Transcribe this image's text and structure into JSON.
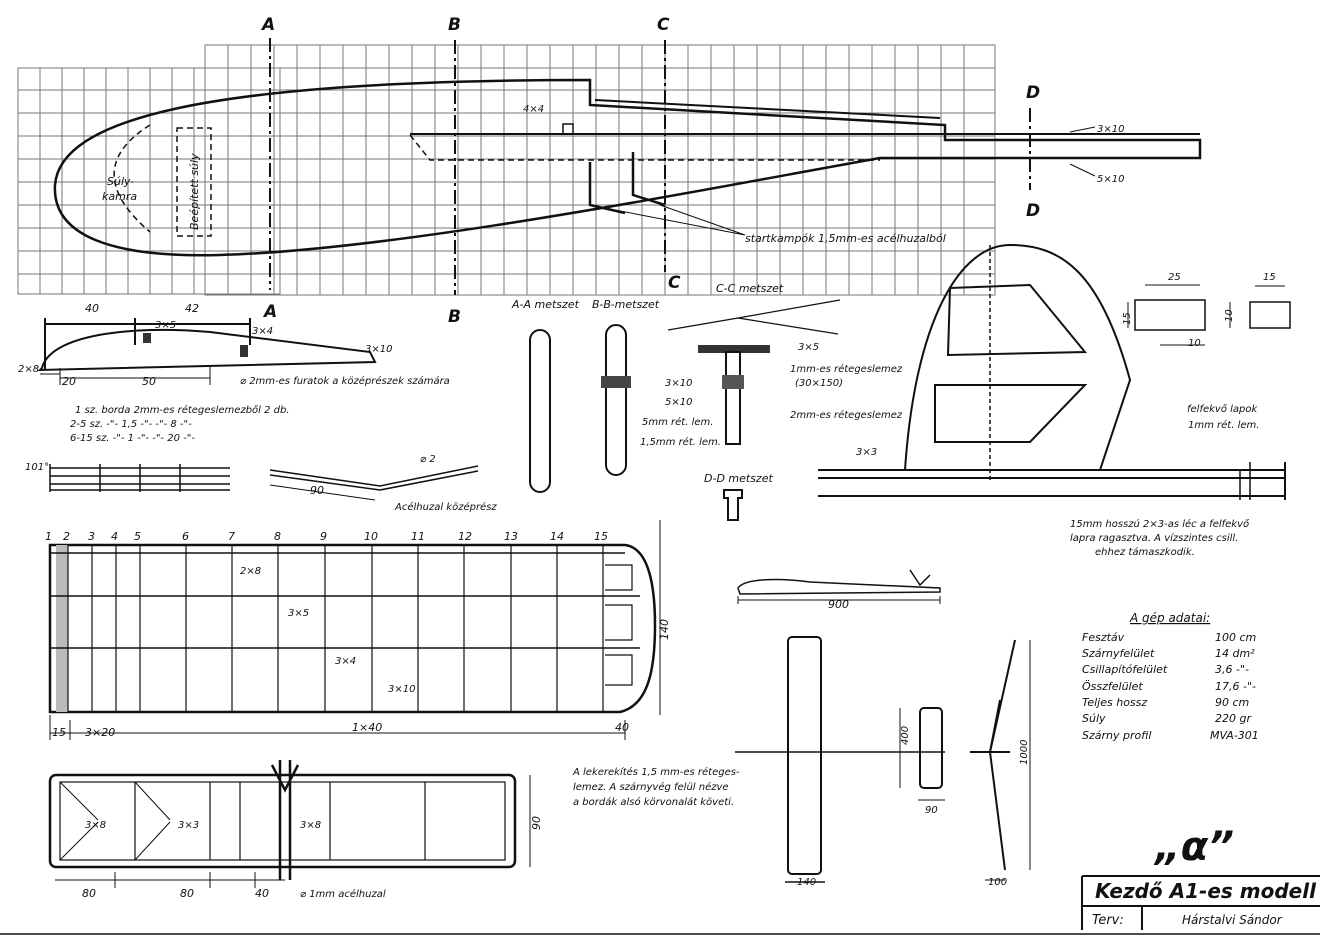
{
  "fuselage": {
    "section_letters": [
      "A",
      "B",
      "C",
      "D"
    ],
    "weight_chamber": [
      "Súly-",
      "kamra"
    ],
    "built_in_weight": "Beépített súly",
    "spar_4x4": "4×4",
    "boom_3x10": "3×10",
    "boom_5x10": "5×10",
    "start_hooks": "startkampók 1,5mm-es acélhuzalból"
  },
  "rib": {
    "dim_40": "40",
    "dim_42": "42",
    "spar_3x5": "3×5",
    "spar_3x4": "3×4",
    "te_3x10": "3×10",
    "le_2x8": "2×8",
    "dim_20": "20",
    "dim_50": "50",
    "hole_note": "⌀ 2mm-es furatok a középrészek számára",
    "rib_list": [
      "1 sz. borda 2mm-es rétegeslemezből  2 db.",
      "2-5 sz.  -\"-  1,5  -\"-          -\"-          8 -\"-",
      "6-15 sz.  -\"-  1  -\"-          -\"-          20 -\"-"
    ],
    "dihedral": "101°",
    "dim_90": "90",
    "wire_phi2": "⌀ 2",
    "center_wire": "Acélhuzal középrész"
  },
  "sections": {
    "aa": "A-A metszet",
    "bb": "B-B-metszet",
    "cc": "C-C metszet",
    "dd": "D-D metszet",
    "bb_3x10": "3×10",
    "bb_5x10": "5×10",
    "bb_5mm": "5mm rét. lem.",
    "bb_15mm": "1,5mm rét. lem.",
    "cc_3x5": "3×5",
    "cc_plywood": "1mm-es rétegeslemez",
    "cc_size": "(30×150)"
  },
  "tail": {
    "plywood_2mm": "2mm-es rétegeslemez",
    "spar_3x3": "3×3",
    "dim_25": "25",
    "dim_15a": "15",
    "dim_15b": "15",
    "dim_10a": "10",
    "dim_10b": "10",
    "pads": "felfekvő lapok",
    "pads_size": "1mm rét. lem.",
    "note": [
      "15mm hosszú 2×3-as léc a felfekvő",
      "lapra ragasztva. A vízszintes csill.",
      "ehhez támaszkodik."
    ]
  },
  "wing": {
    "rib_numbers": [
      "1",
      "2",
      "3",
      "4",
      "5",
      "6",
      "7",
      "8",
      "9",
      "10",
      "11",
      "12",
      "13",
      "14",
      "15"
    ],
    "le_2x8": "2×8",
    "spar_3x5": "3×5",
    "spar_3x4": "3×4",
    "te_3x10": "3×10",
    "dim_140": "140",
    "dim_15": "15",
    "dim_3x20": "3×20",
    "dim_1x40": "1×40",
    "dim_40": "40",
    "tip_note": [
      "A lekerekítés 1,5 mm-es réteges-",
      "lemez.  A szárnyvég felül nézve",
      "a bordák alsó körvonalát követi."
    ]
  },
  "stab": {
    "te_3x8_left": "3×8",
    "ribs_3x3": "3×3",
    "center_3x8": "3×8",
    "dim_90": "90",
    "dim_80a": "80",
    "dim_80b": "80",
    "dim_40": "40",
    "wire": "⌀ 1mm acélhuzal"
  },
  "views": {
    "side_length": "900",
    "front_400": "400",
    "front_90": "90",
    "front_140": "140",
    "span_1000": "1000",
    "span_100": "100"
  },
  "data_table": {
    "heading": "A gép adatai:",
    "rows": [
      {
        "label": "Fesztáv",
        "value": "100 cm"
      },
      {
        "label": "Szárnyfelület",
        "value": "14 dm²"
      },
      {
        "label": "Csillapítófelület",
        "value": "3,6 -\"-"
      },
      {
        "label": "Összfelület",
        "value": "17,6 -\"-"
      },
      {
        "label": "Teljes hossz",
        "value": "90 cm"
      },
      {
        "label": "Súly",
        "value": "220 gr"
      },
      {
        "label": "Szárny profil",
        "value": "MVA-301"
      }
    ]
  },
  "title_block": {
    "alpha": "„α”",
    "title": "Kezdő A1-es modell",
    "design_label": "Terv:",
    "designer": "Hárstalvi Sándor"
  }
}
